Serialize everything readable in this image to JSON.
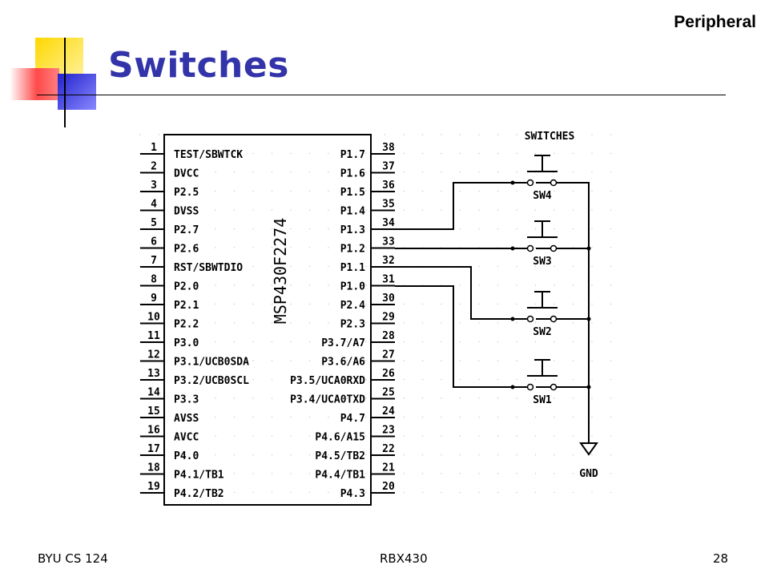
{
  "slide": {
    "title": "Switches",
    "section": "Peripheral",
    "footer_left": "BYU CS 124",
    "footer_center": "RBX430",
    "footer_right": "28"
  },
  "schematic": {
    "chip_name": "MSP430F2274",
    "heading": "SWITCHES",
    "ground_label": "GND",
    "left_pins": [
      {
        "num": "1",
        "name": "TEST/SBWTCK"
      },
      {
        "num": "2",
        "name": "DVCC"
      },
      {
        "num": "3",
        "name": "P2.5"
      },
      {
        "num": "4",
        "name": "DVSS"
      },
      {
        "num": "5",
        "name": "P2.7"
      },
      {
        "num": "6",
        "name": "P2.6"
      },
      {
        "num": "7",
        "name": "RST/SBWTDIO"
      },
      {
        "num": "8",
        "name": "P2.0"
      },
      {
        "num": "9",
        "name": "P2.1"
      },
      {
        "num": "10",
        "name": "P2.2"
      },
      {
        "num": "11",
        "name": "P3.0"
      },
      {
        "num": "12",
        "name": "P3.1/UCB0SDA"
      },
      {
        "num": "13",
        "name": "P3.2/UCB0SCL"
      },
      {
        "num": "14",
        "name": "P3.3"
      },
      {
        "num": "15",
        "name": "AVSS"
      },
      {
        "num": "16",
        "name": "AVCC"
      },
      {
        "num": "17",
        "name": "P4.0"
      },
      {
        "num": "18",
        "name": "P4.1/TB1"
      },
      {
        "num": "19",
        "name": "P4.2/TB2"
      }
    ],
    "right_pins": [
      {
        "num": "38",
        "name": "P1.7"
      },
      {
        "num": "37",
        "name": "P1.6"
      },
      {
        "num": "36",
        "name": "P1.5"
      },
      {
        "num": "35",
        "name": "P1.4"
      },
      {
        "num": "34",
        "name": "P1.3"
      },
      {
        "num": "33",
        "name": "P1.2"
      },
      {
        "num": "32",
        "name": "P1.1"
      },
      {
        "num": "31",
        "name": "P1.0"
      },
      {
        "num": "30",
        "name": "P2.4"
      },
      {
        "num": "29",
        "name": "P2.3"
      },
      {
        "num": "28",
        "name": "P3.7/A7"
      },
      {
        "num": "27",
        "name": "P3.6/A6"
      },
      {
        "num": "26",
        "name": "P3.5/UCA0RXD"
      },
      {
        "num": "25",
        "name": "P3.4/UCA0TXD"
      },
      {
        "num": "24",
        "name": "P4.7"
      },
      {
        "num": "23",
        "name": "P4.6/A15"
      },
      {
        "num": "22",
        "name": "P4.5/TB2"
      },
      {
        "num": "21",
        "name": "P4.4/TB1"
      },
      {
        "num": "20",
        "name": "P4.3"
      }
    ],
    "switches": [
      {
        "label": "SW4",
        "pin": "P1.3"
      },
      {
        "label": "SW3",
        "pin": "P1.2"
      },
      {
        "label": "SW2",
        "pin": "P1.1"
      },
      {
        "label": "SW1",
        "pin": "P1.0"
      }
    ]
  }
}
